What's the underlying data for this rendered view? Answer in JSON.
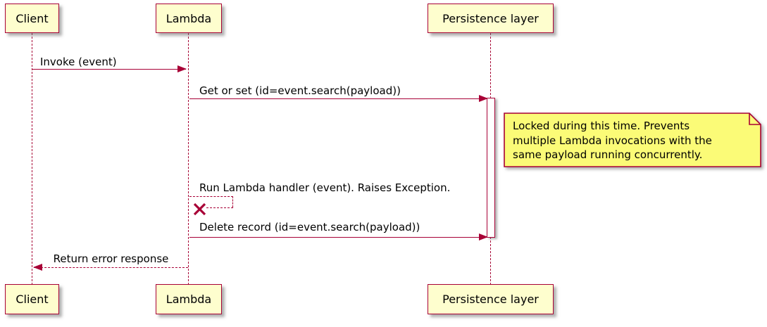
{
  "colors": {
    "background": "#FFFFFF",
    "border": "#A80036",
    "participant-fill": "#FEFECE",
    "note-fill": "#FBFB77",
    "text": "#000000"
  },
  "participants": [
    {
      "name": "Client"
    },
    {
      "name": "Lambda"
    },
    {
      "name": "Persistence layer"
    }
  ],
  "messages": [
    {
      "from": "Client",
      "to": "Lambda",
      "label": "Invoke (event)",
      "line": "solid"
    },
    {
      "from": "Lambda",
      "to": "Persistence layer",
      "label": "Get or set (id=event.search(payload))",
      "line": "solid"
    },
    {
      "from": "Lambda",
      "to": "Lambda",
      "label": "Run Lambda handler (event). Raises Exception.",
      "line": "dashed",
      "result": "failed-x"
    },
    {
      "from": "Lambda",
      "to": "Persistence layer",
      "label": "Delete record (id=event.search(payload))",
      "line": "solid"
    },
    {
      "from": "Lambda",
      "to": "Client",
      "label": "Return error response",
      "line": "dashed"
    }
  ],
  "note": {
    "lines": [
      "Locked during this time. Prevents",
      "multiple Lambda invocations with the",
      "same payload running concurrently."
    ]
  }
}
